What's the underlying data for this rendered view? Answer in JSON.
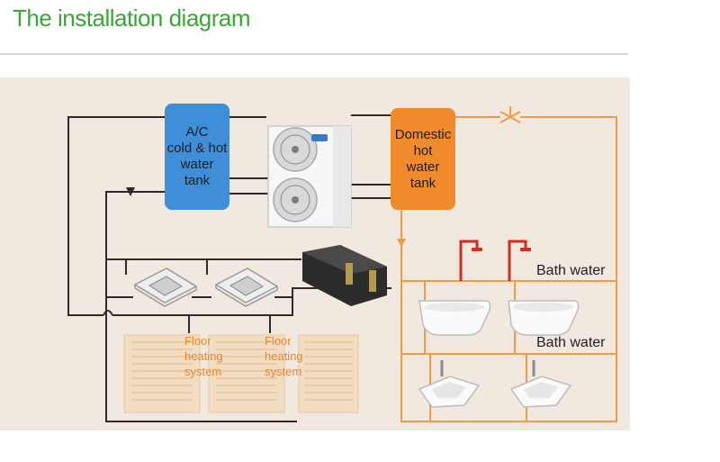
{
  "header": {
    "title": "The installation diagram"
  },
  "diagram": {
    "ac_tank": {
      "lines": [
        "A/C",
        "cold & hot",
        "water",
        "tank"
      ]
    },
    "domestic_tank": {
      "lines": [
        "Domestic",
        "hot",
        "water",
        "tank"
      ]
    },
    "floor_heating_left": {
      "lines": [
        "Floor",
        "heating",
        "system"
      ]
    },
    "floor_heating_right": {
      "lines": [
        "Floor",
        "heating",
        "system"
      ]
    },
    "bath_water_shower": "Bath water",
    "bath_water_tub": "Bath water"
  },
  "colors": {
    "title": "#3aa636",
    "panel_background": "#f1e8df",
    "ac_tank": "#3f8fd8",
    "domestic_tank": "#f08a2a",
    "hot_water_pipe": "#f29b45",
    "heating_pipe": "#2b2b2b",
    "shower_pipe": "#d42b1c",
    "floor_heating_mat": "#f2ddc2"
  }
}
